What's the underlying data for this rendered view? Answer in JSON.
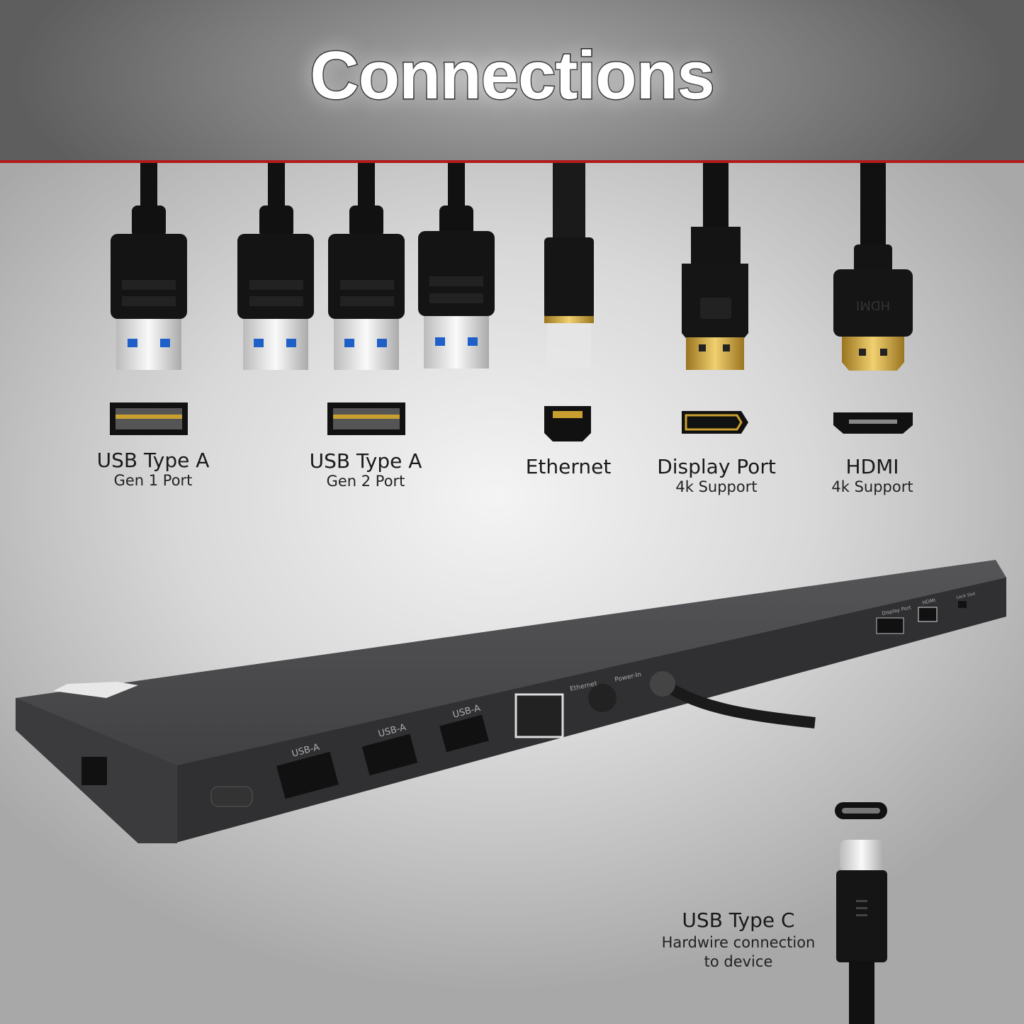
{
  "title": "Connections",
  "colors": {
    "accent_line": "#b01c1c",
    "dock": "#3a3a3c",
    "cable": "#111111",
    "gold": "#c9a030",
    "usb_blue": "#1e5fc8"
  },
  "ports": [
    {
      "name": "USB Type A",
      "detail": "Gen 1 Port",
      "icon": "usb-a-port-icon"
    },
    {
      "name": "USB Type A",
      "detail": "Gen 2 Port",
      "icon": "usb-a-port-icon"
    },
    {
      "name": "Ethernet",
      "detail": "",
      "icon": "ethernet-port-icon"
    },
    {
      "name": "Display Port",
      "detail": "4k Support",
      "icon": "displayport-icon"
    },
    {
      "name": "HDMI",
      "detail": "4k Support",
      "icon": "hdmi-port-icon"
    }
  ],
  "usb_c": {
    "name": "USB Type C",
    "detail_line1": "Hardwire connection",
    "detail_line2": "to device",
    "icon": "usb-c-port-icon"
  },
  "dock_labels": {
    "usb_a": "USB-A",
    "ethernet": "Ethernet",
    "power": "Power-In",
    "displayport": "Display Port",
    "hdmi": "HDMI",
    "lock": "Lock Slot"
  }
}
